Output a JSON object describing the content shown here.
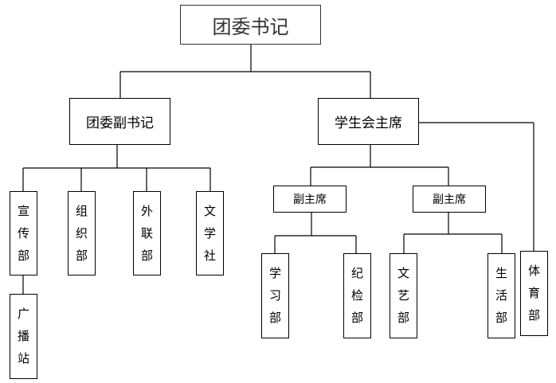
{
  "nodes": {
    "secretary": "团委书记",
    "deputy_secretary": "团委副书记",
    "student_union_chair": "学生会主席",
    "vice_chair_1": "副主席",
    "vice_chair_2": "副主席",
    "publicity": [
      "宣",
      "传",
      "部"
    ],
    "organization": [
      "组",
      "织",
      "部"
    ],
    "external_liaison": [
      "外",
      "联",
      "部"
    ],
    "literary_society": [
      "文",
      "学",
      "社"
    ],
    "broadcast_station": [
      "广",
      "播",
      "站"
    ],
    "study": [
      "学",
      "习",
      "部"
    ],
    "discipline": [
      "纪",
      "检",
      "部"
    ],
    "arts": [
      "文",
      "艺",
      "部"
    ],
    "life": [
      "生",
      "活",
      "部"
    ],
    "sports": [
      "体",
      "育",
      "部"
    ]
  }
}
